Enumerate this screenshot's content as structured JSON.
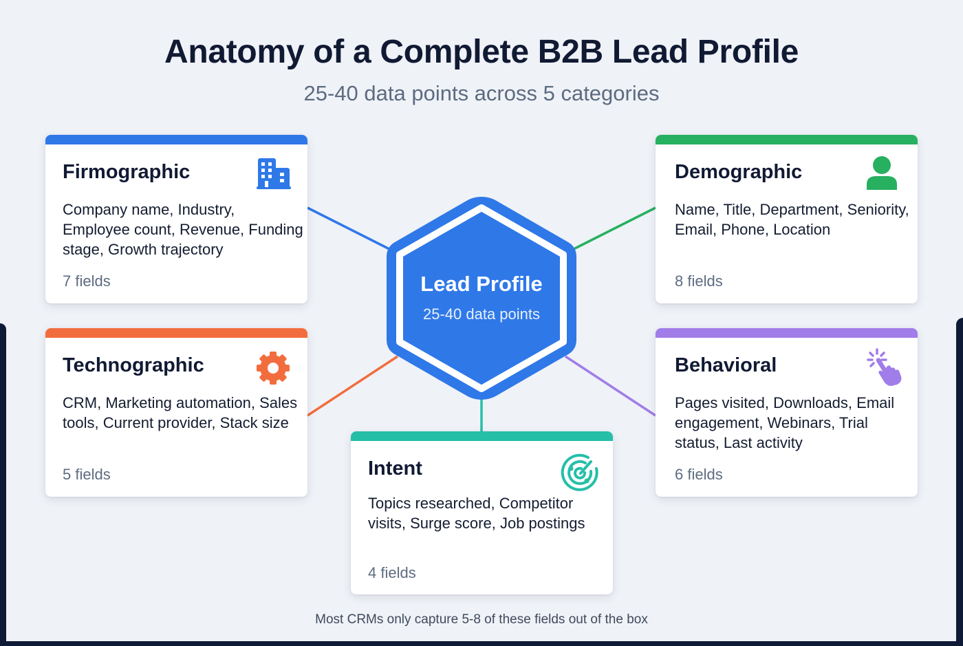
{
  "header": {
    "title": "Anatomy of a Complete B2B Lead Profile",
    "subtitle": "25-40 data points across 5 categories"
  },
  "center": {
    "label": "Lead Profile",
    "sublabel": "25-40 data points",
    "color": "#2f78e8"
  },
  "categories": [
    {
      "key": "firmographic",
      "title": "Firmographic",
      "fields": "Company name, Industry, Employee count, Revenue, Funding stage, Growth trajectory",
      "count": "7 fields",
      "icon": "building-icon",
      "color": "#2f78e8"
    },
    {
      "key": "demographic",
      "title": "Demographic",
      "fields": "Name, Title, Department, Seniority, Email, Phone, Location",
      "count": "8 fields",
      "icon": "person-icon",
      "color": "#27b060"
    },
    {
      "key": "technographic",
      "title": "Technographic",
      "fields": "CRM, Marketing automation, Sales tools, Current provider, Stack size",
      "count": "5 fields",
      "icon": "gear-icon",
      "color": "#f26d3d"
    },
    {
      "key": "behavioral",
      "title": "Behavioral",
      "fields": "Pages visited, Downloads, Email engagement, Webinars, Trial status, Last activity",
      "count": "6 fields",
      "icon": "click-hand-icon",
      "color": "#a07de8"
    },
    {
      "key": "intent",
      "title": "Intent",
      "fields": "Topics researched, Competitor visits, Surge score, Job postings",
      "count": "4 fields",
      "icon": "radar-icon",
      "color": "#25bfa8"
    }
  ],
  "footnote": "Most CRMs only capture 5-8 of these fields out of the box"
}
